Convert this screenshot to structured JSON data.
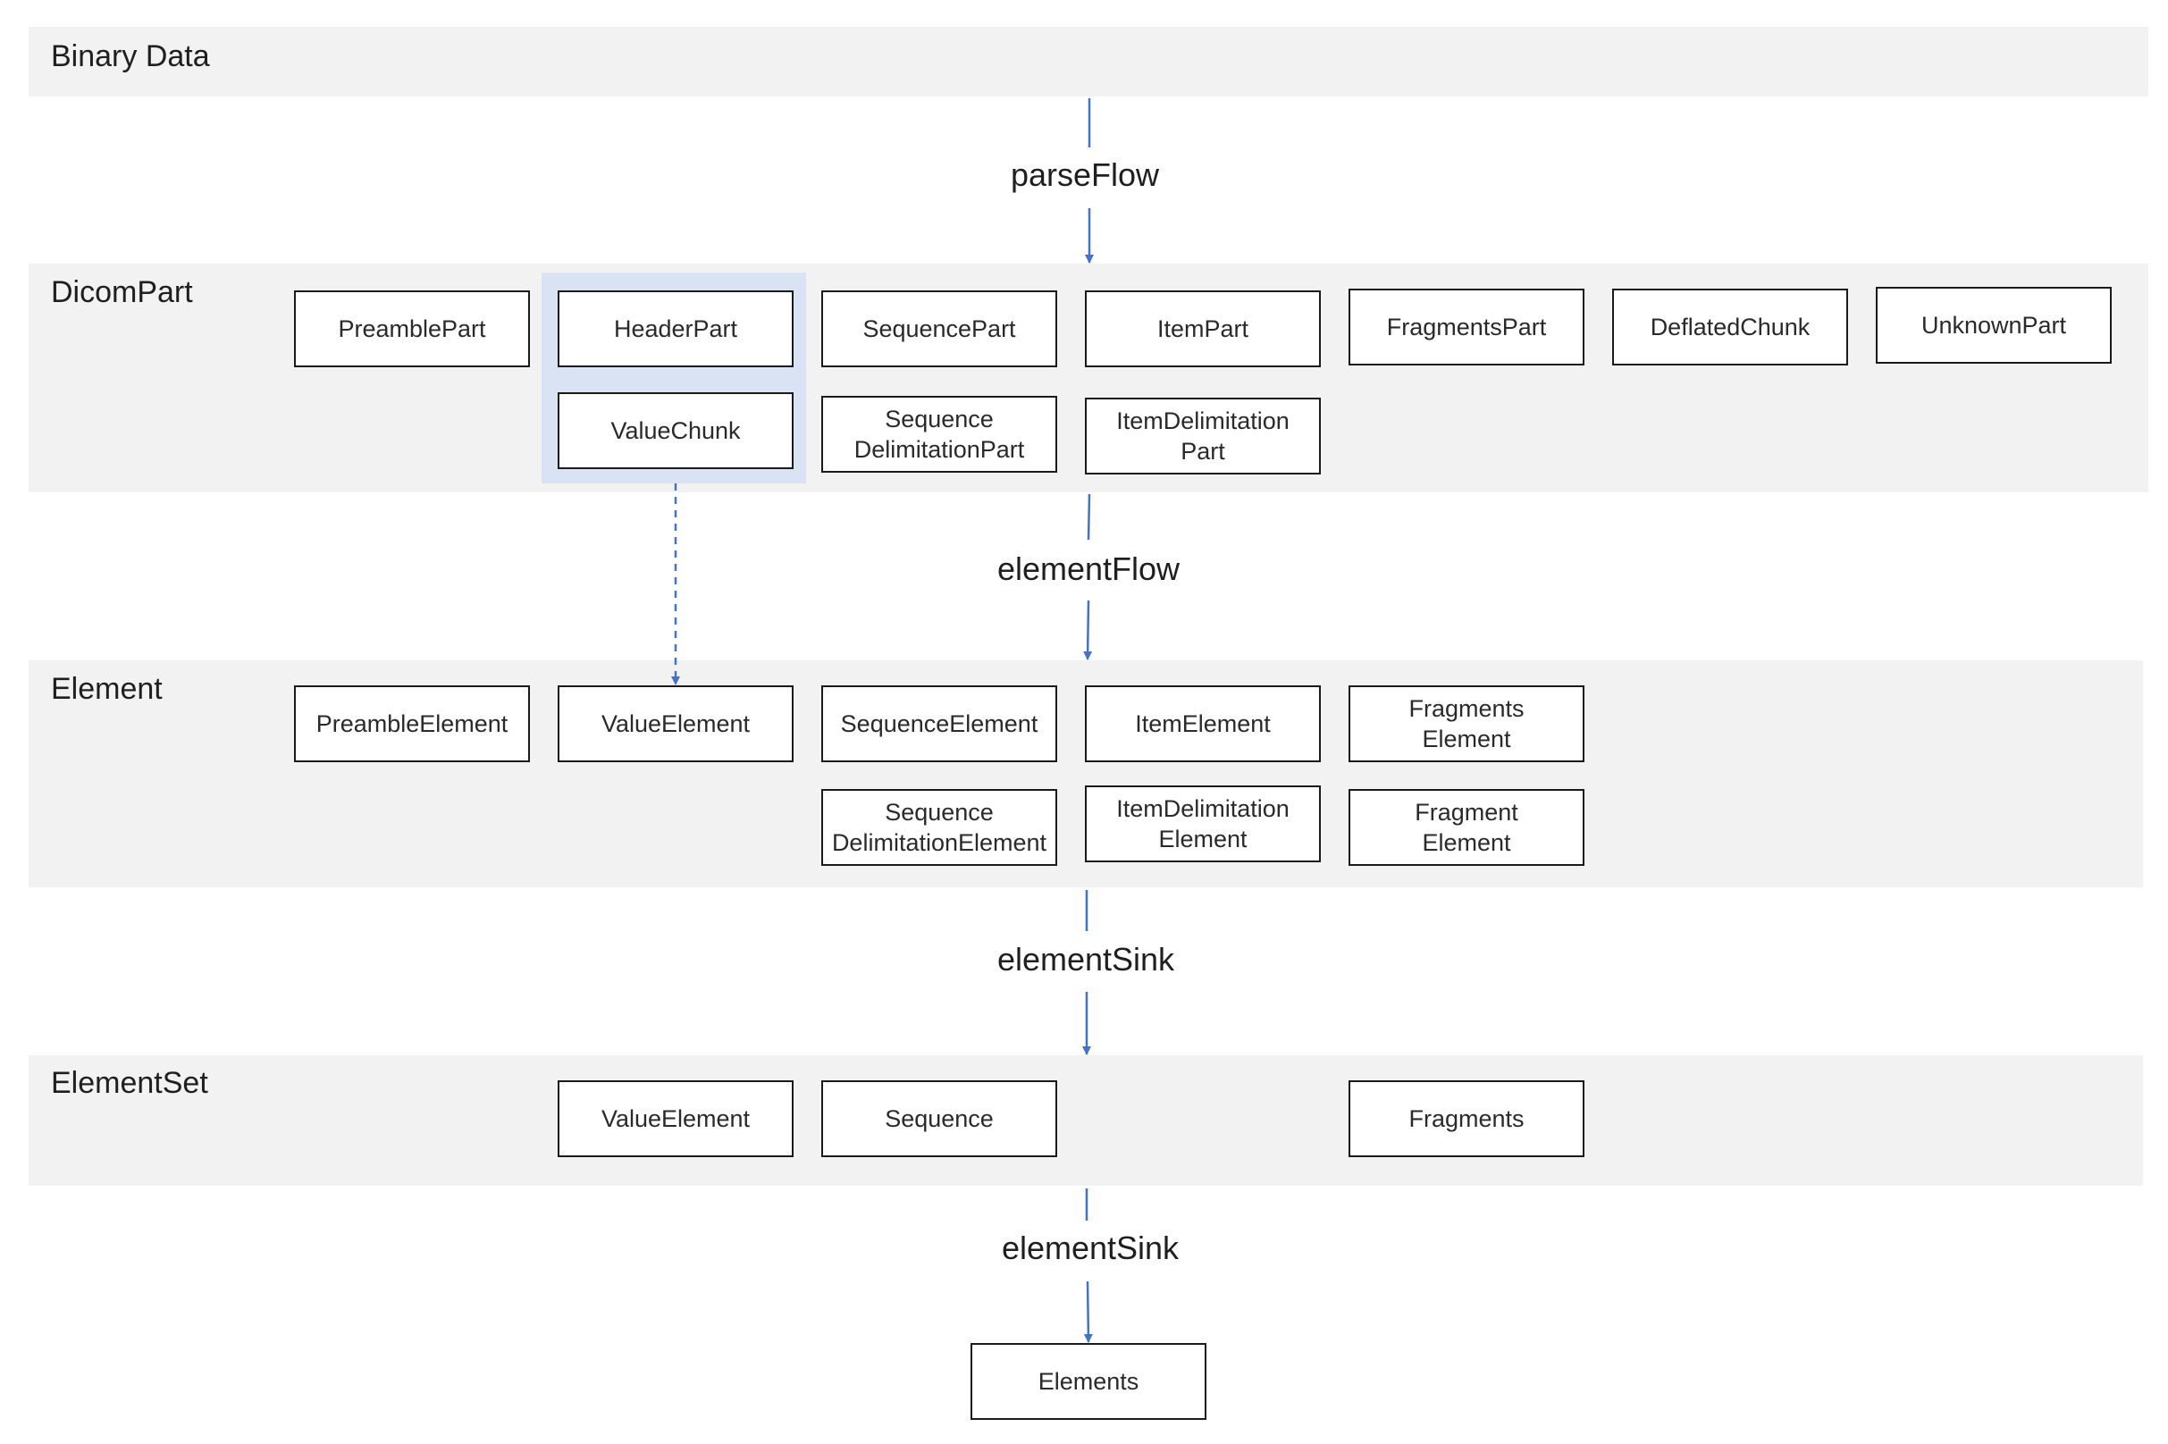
{
  "colors": {
    "band": "#f2f2f2",
    "highlight": "#dae3f4",
    "arrow": "#4472c4",
    "box_border": "#1a1a1a"
  },
  "layers": {
    "binary_data": "Binary Data",
    "dicom_part": "DicomPart",
    "element": "Element",
    "element_set": "ElementSet"
  },
  "flows": {
    "parse_flow": "parseFlow",
    "element_flow": "elementFlow",
    "element_sink_1": "elementSink",
    "element_sink_2": "elementSink"
  },
  "dicom_part_boxes": {
    "preamble_part": "PreamblePart",
    "header_part": "HeaderPart",
    "sequence_part": "SequencePart",
    "item_part": "ItemPart",
    "fragments_part": "FragmentsPart",
    "deflated_chunk": "DeflatedChunk",
    "unknown_part": "UnknownPart",
    "value_chunk": "ValueChunk",
    "sequence_delimitation_part": "Sequence\nDelimitationPart",
    "item_delimitation_part": "ItemDelimitation\nPart"
  },
  "element_boxes": {
    "preamble_element": "PreambleElement",
    "value_element": "ValueElement",
    "sequence_element": "SequenceElement",
    "item_element": "ItemElement",
    "fragments_element": "Fragments\nElement",
    "sequence_delimitation_element": "Sequence\nDelimitationElement",
    "item_delimitation_element": "ItemDelimitation\nElement",
    "fragment_element": "Fragment\nElement"
  },
  "element_set_boxes": {
    "value_element": "ValueElement",
    "sequence": "Sequence",
    "fragments": "Fragments"
  },
  "output": {
    "elements": "Elements"
  }
}
